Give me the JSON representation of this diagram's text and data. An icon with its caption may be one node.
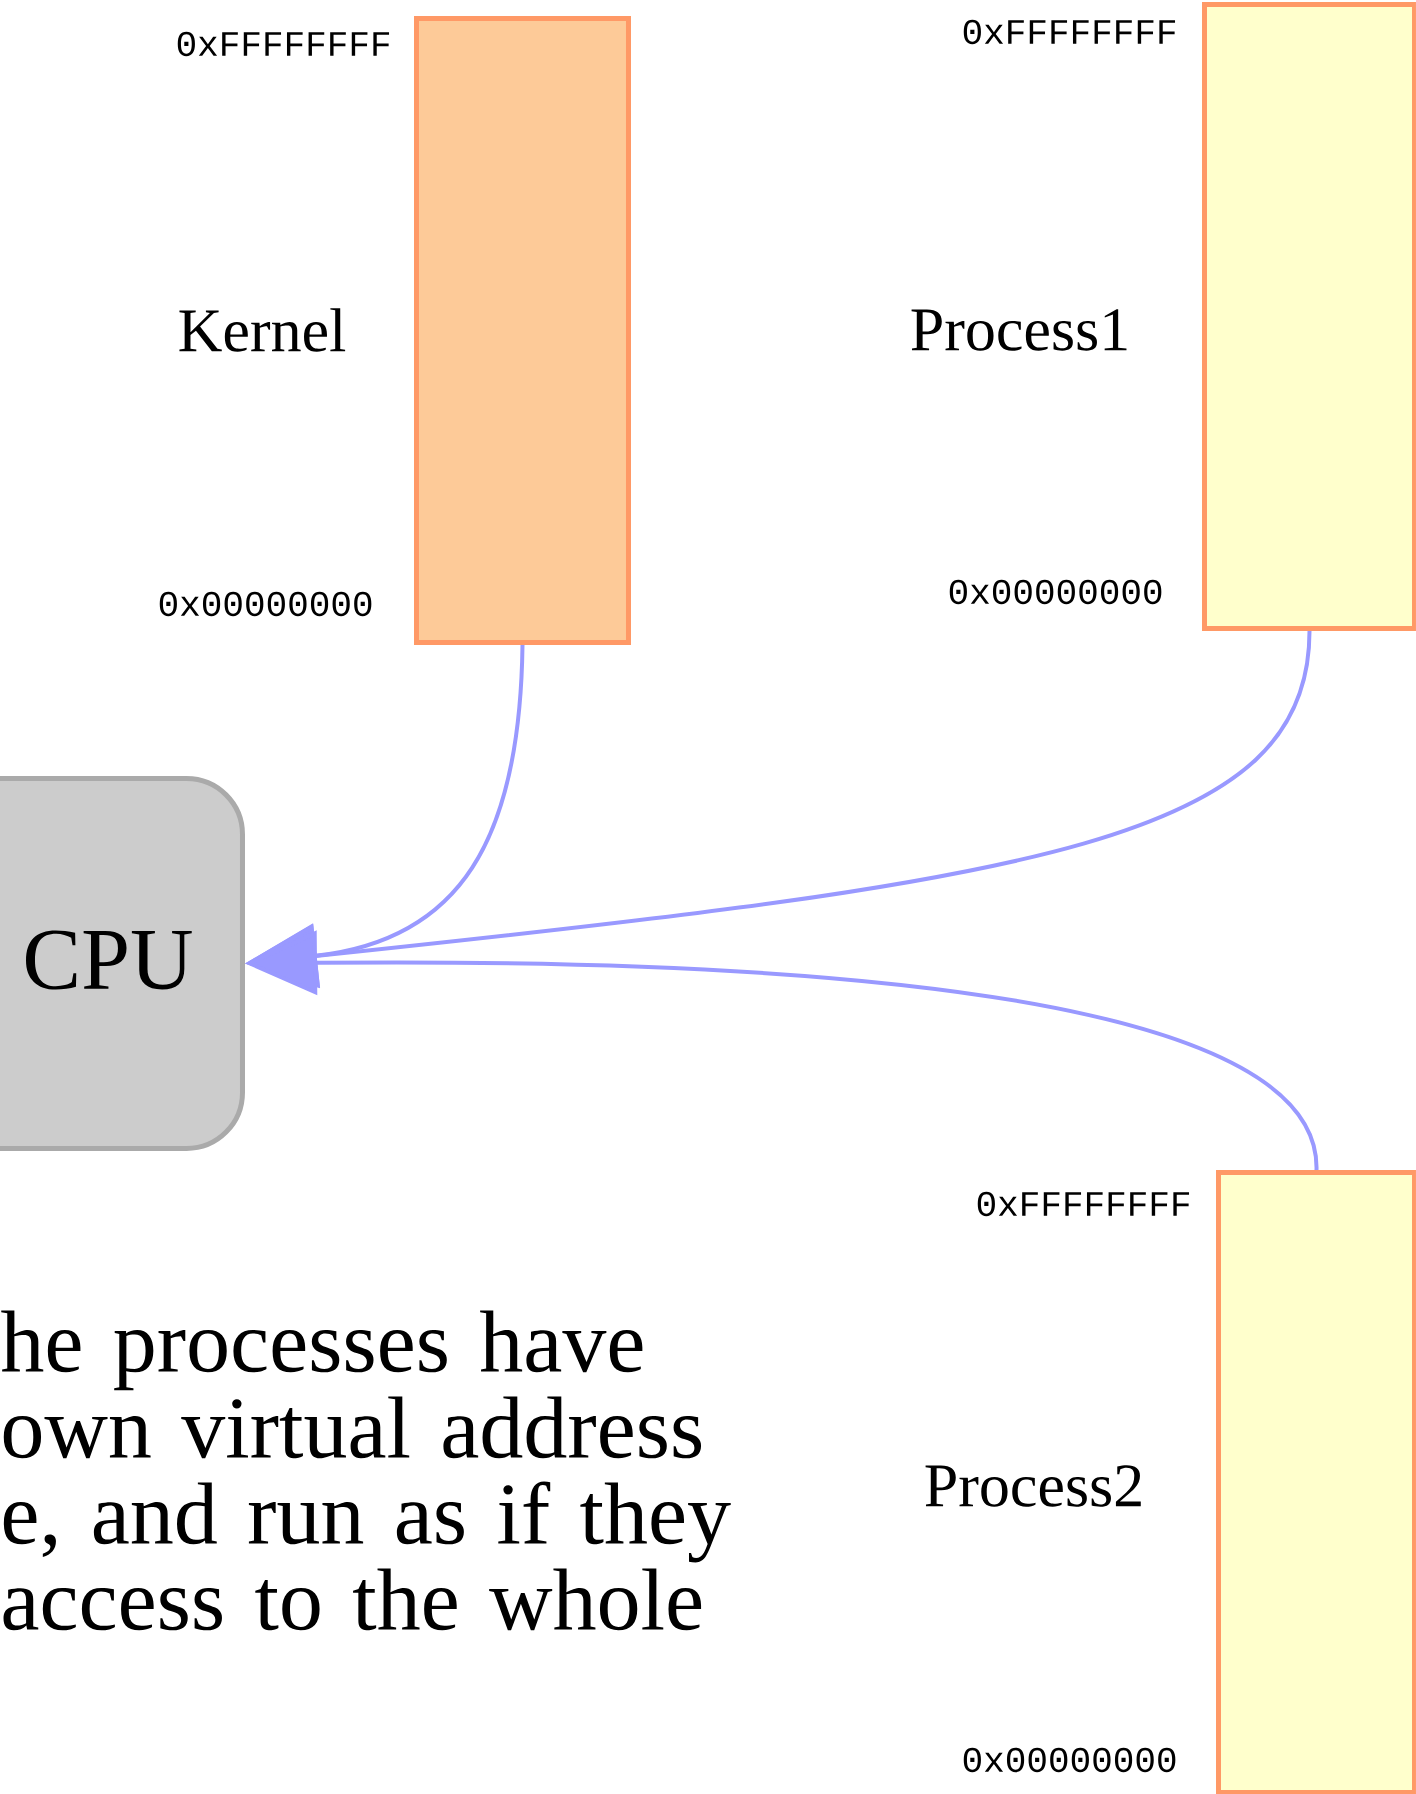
{
  "diagram": {
    "nodes": [
      {
        "text": [
          "Kernel"
        ],
        "beside": [
          "0xFFFFFFFF",
          "0x00000000"
        ]
      },
      {
        "text": [
          "Process1"
        ],
        "beside": [
          "0xFFFFFFFF",
          "0x00000000"
        ]
      },
      {
        "text": [
          "CPU"
        ]
      },
      {
        "text": [
          "Process2"
        ],
        "beside": [
          "0xFFFFFFFF",
          "0x00000000"
        ]
      }
    ],
    "edges": [
      {
        "from": 0,
        "to": 2,
        "arrow": "to"
      },
      {
        "from": 1,
        "to": 2,
        "arrow": "to"
      },
      {
        "from": 3,
        "to": 2,
        "arrow": "to"
      }
    ],
    "labels": [
      "he processes have own virtual address e, and run as if they access to the whole"
    ]
  }
}
